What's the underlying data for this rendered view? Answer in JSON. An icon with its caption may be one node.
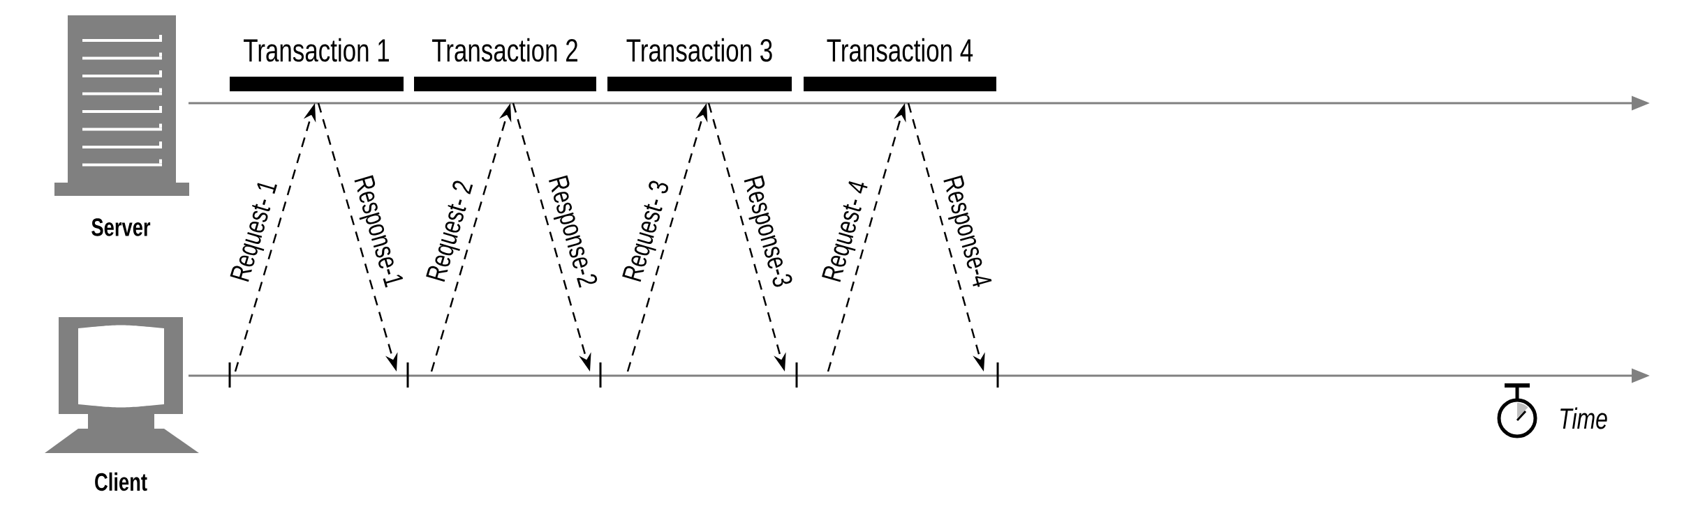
{
  "diagram": {
    "nodes": [
      {
        "text": [
          "Transaction 1"
        ]
      },
      {
        "text": [
          "Transaction 2"
        ]
      },
      {
        "text": [
          "Transaction 3"
        ]
      },
      {
        "text": [
          "Transaction 4"
        ]
      }
    ],
    "edges": [
      {
        "from": null,
        "to": 0,
        "arrow": "to",
        "label": "Request- 1",
        "style": "dashed"
      },
      {
        "from": 0,
        "to": null,
        "arrow": "to",
        "label": "Response-1",
        "style": "dashed"
      },
      {
        "from": null,
        "to": 1,
        "arrow": "to",
        "label": "Request- 2",
        "style": "dashed"
      },
      {
        "from": 1,
        "to": null,
        "arrow": "to",
        "label": "Response-2",
        "style": "dashed"
      },
      {
        "from": null,
        "to": 2,
        "arrow": "to",
        "label": "Request- 3",
        "style": "dashed"
      },
      {
        "from": 2,
        "to": null,
        "arrow": "to",
        "label": "Response-3",
        "style": "dashed"
      },
      {
        "from": null,
        "to": 3,
        "arrow": "to",
        "label": "Request- 4",
        "style": "dashed"
      },
      {
        "from": 3,
        "to": null,
        "arrow": "to",
        "label": "Response-4",
        "style": "dashed"
      }
    ],
    "labels": [
      "Server",
      "Client",
      "Time"
    ]
  }
}
